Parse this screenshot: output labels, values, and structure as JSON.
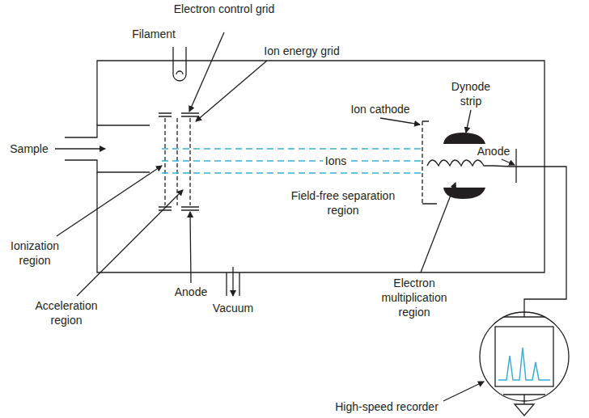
{
  "diagram": {
    "labels": [
      "Electron control grid",
      "Filament",
      "Ion energy grid",
      "Ion cathode",
      "Dynode strip",
      "Sample",
      "Ions",
      "Anode",
      "Field-free separation region",
      "Ionization region",
      "Anode",
      "Acceleration region",
      "Vacuum",
      "Electron multiplication region",
      "High-speed recorder"
    ]
  }
}
